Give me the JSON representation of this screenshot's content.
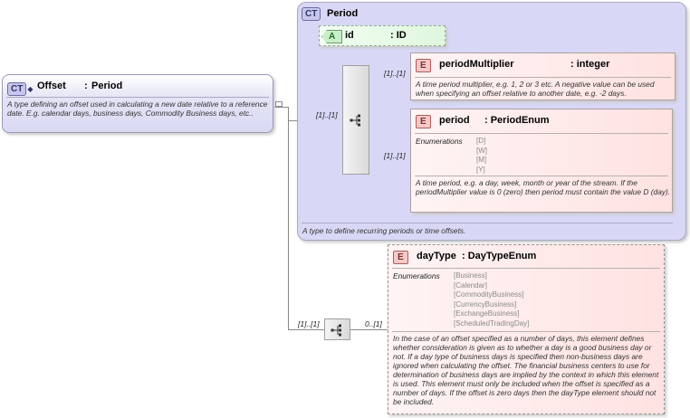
{
  "offset": {
    "badge": "CT",
    "name": "Offset",
    "type_sep": ":",
    "type": "Period",
    "doc": "A type defining an offset used in calculating a new date relative to a reference date. E.g. calendar days, business days, Commodity Business days, etc.."
  },
  "period": {
    "badge": "CT",
    "name": "Period",
    "doc": "A type to define recurring periods or time offsets.",
    "attribute": {
      "badge": "A",
      "name": "id",
      "type": ": ID"
    },
    "seq_multiplicity": "[1]..[1]",
    "elements": [
      {
        "badge": "E",
        "name": "periodMultiplier",
        "type": ": integer",
        "multiplicity": "[1]..[1]",
        "doc": "A time period multiplier, e.g. 1, 2 or 3 etc. A negative value can be used when specifying an offset relative to another date, e.g. -2 days."
      },
      {
        "badge": "E",
        "name": "period",
        "type": ": PeriodEnum",
        "multiplicity": "[1]..[1]",
        "enum_label": "Enumerations",
        "enums": [
          "[D]",
          "[W]",
          "[M]",
          "[Y]"
        ],
        "doc": "A time period, e.g. a day, week, month or year of the stream. If the periodMultiplier value is 0 (zero) then period must contain the value D (day)."
      }
    ]
  },
  "daytype_branch": {
    "seq_multiplicity": "[1]..[1]",
    "element_multiplicity": "0..[1]",
    "element": {
      "badge": "E",
      "name": "dayType",
      "type": ": DayTypeEnum",
      "enum_label": "Enumerations",
      "enums": [
        "[Business]",
        "[Calendar]",
        "[CommodityBusiness]",
        "[CurrencyBusiness]",
        "[ExchangeBusiness]",
        "[ScheduledTradingDay]"
      ],
      "doc": "In the case of an offset specified as a number of days, this element defines whether consideration is given as to whether a day is a good business day or not. If a day type of business days is specified then non-business days are ignored when calculating the offset. The financial business centers to use for determination of business days are implied by the context in which this element is used. This element must only be included when the offset is specified as a number of days. If the offset is zero days then the dayType element should not be included."
    }
  },
  "icons": [
    "sequence-icon",
    "expand-icon"
  ]
}
